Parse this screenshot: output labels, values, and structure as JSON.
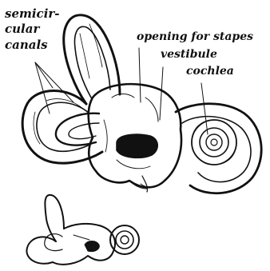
{
  "labels": {
    "semicircular_line1": "semicir-",
    "semicircular_line2": "cular",
    "semicircular_line3": "canals",
    "opening_for_stapes": "opening for stapes",
    "vestibule": "vestibule",
    "cochlea": "cochlea"
  },
  "colors": {
    "ink": "#111111",
    "background": "#ffffff"
  }
}
